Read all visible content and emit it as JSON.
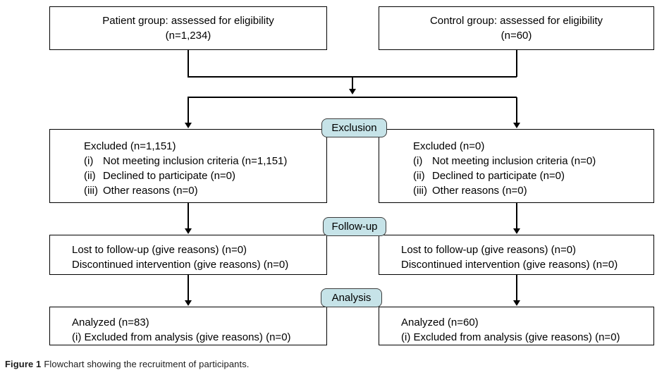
{
  "colors": {
    "box_border": "#000000",
    "stage_label_fill": "#c6e3e8",
    "stage_label_border": "#3c3c3c",
    "background": "#ffffff"
  },
  "stages": {
    "exclusion": "Exclusion",
    "followup": "Follow-up",
    "analysis": "Analysis"
  },
  "flow": {
    "eligibility": {
      "patient": {
        "line1": "Patient group: assessed for eligibility",
        "line2": "(n=1,234)"
      },
      "control": {
        "line1": "Control group: assessed for eligibility",
        "line2": "(n=60)"
      }
    },
    "excluded": {
      "patient": {
        "title": "Excluded (n=1,151)",
        "items": [
          {
            "marker": "(i)",
            "text": "Not meeting inclusion criteria (n=1,151)"
          },
          {
            "marker": "(ii)",
            "text": "Declined to participate (n=0)"
          },
          {
            "marker": "(iii)",
            "text": "Other reasons (n=0)"
          }
        ]
      },
      "control": {
        "title": "Excluded (n=0)",
        "items": [
          {
            "marker": "(i)",
            "text": "Not meeting inclusion criteria (n=0)"
          },
          {
            "marker": "(ii)",
            "text": "Declined to participate (n=0)"
          },
          {
            "marker": "(iii)",
            "text": "Other reasons (n=0)"
          }
        ]
      }
    },
    "followup": {
      "patient": {
        "line1": "Lost to follow-up (give reasons) (n=0)",
        "line2": "Discontinued intervention (give reasons) (n=0)"
      },
      "control": {
        "line1": "Lost to follow-up (give reasons) (n=0)",
        "line2": "Discontinued intervention (give reasons) (n=0)"
      }
    },
    "analysis": {
      "patient": {
        "line1": "Analyzed (n=83)",
        "line2": "(i) Excluded from analysis (give reasons) (n=0)"
      },
      "control": {
        "line1": "Analyzed (n=60)",
        "line2": "(i) Excluded from analysis (give reasons) (n=0)"
      }
    }
  },
  "caption": {
    "label": "Figure 1",
    "text": "Flowchart showing the recruitment of participants."
  }
}
